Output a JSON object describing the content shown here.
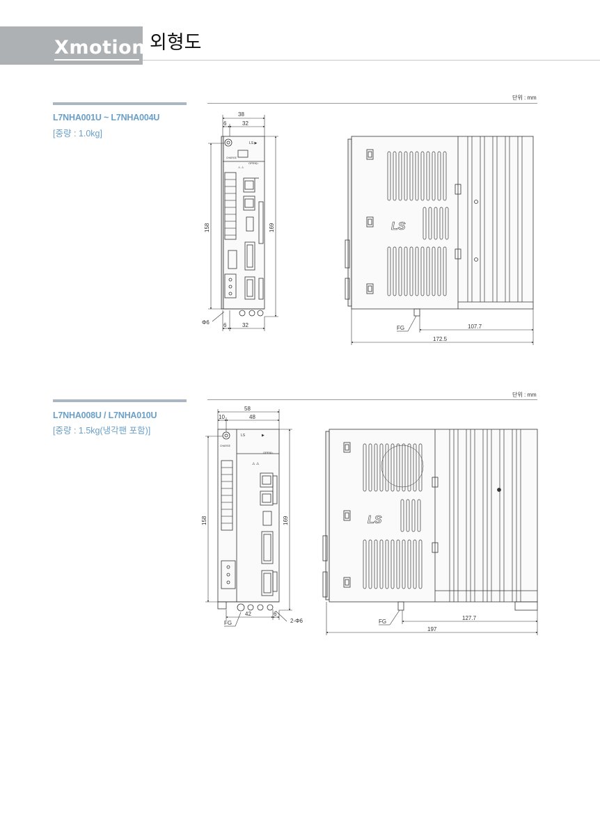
{
  "header": {
    "brand_x": "X",
    "brand_rest": "motion",
    "title": "외형도"
  },
  "sections": [
    {
      "model": "L7NHA001U ~ L7NHA004U",
      "weight": "[중량 : 1.0kg]",
      "unit": "단위 : mm",
      "dims": {
        "front_width": "38",
        "front_left": "6",
        "front_right": "32",
        "height_inner": "158",
        "height_total": "169",
        "bottom_left": "6",
        "bottom_right": "32",
        "hole": "Φ6",
        "side_depth": "107.7",
        "side_total": "172.5",
        "fg": "FG"
      }
    },
    {
      "model": "L7NHA008U / L7NHA010U",
      "weight": "[중량 : 1.5kg(냉각팬 포함)]",
      "unit": "단위 : mm",
      "dims": {
        "front_width": "58",
        "front_left": "10",
        "front_right": "48",
        "height_inner": "158",
        "height_total": "169",
        "bottom_mid": "42",
        "bottom_right": "6",
        "hole": "2-Φ6",
        "side_depth": "127.7",
        "side_total": "197",
        "fg": "FG",
        "fg_side": "FG"
      }
    }
  ]
}
